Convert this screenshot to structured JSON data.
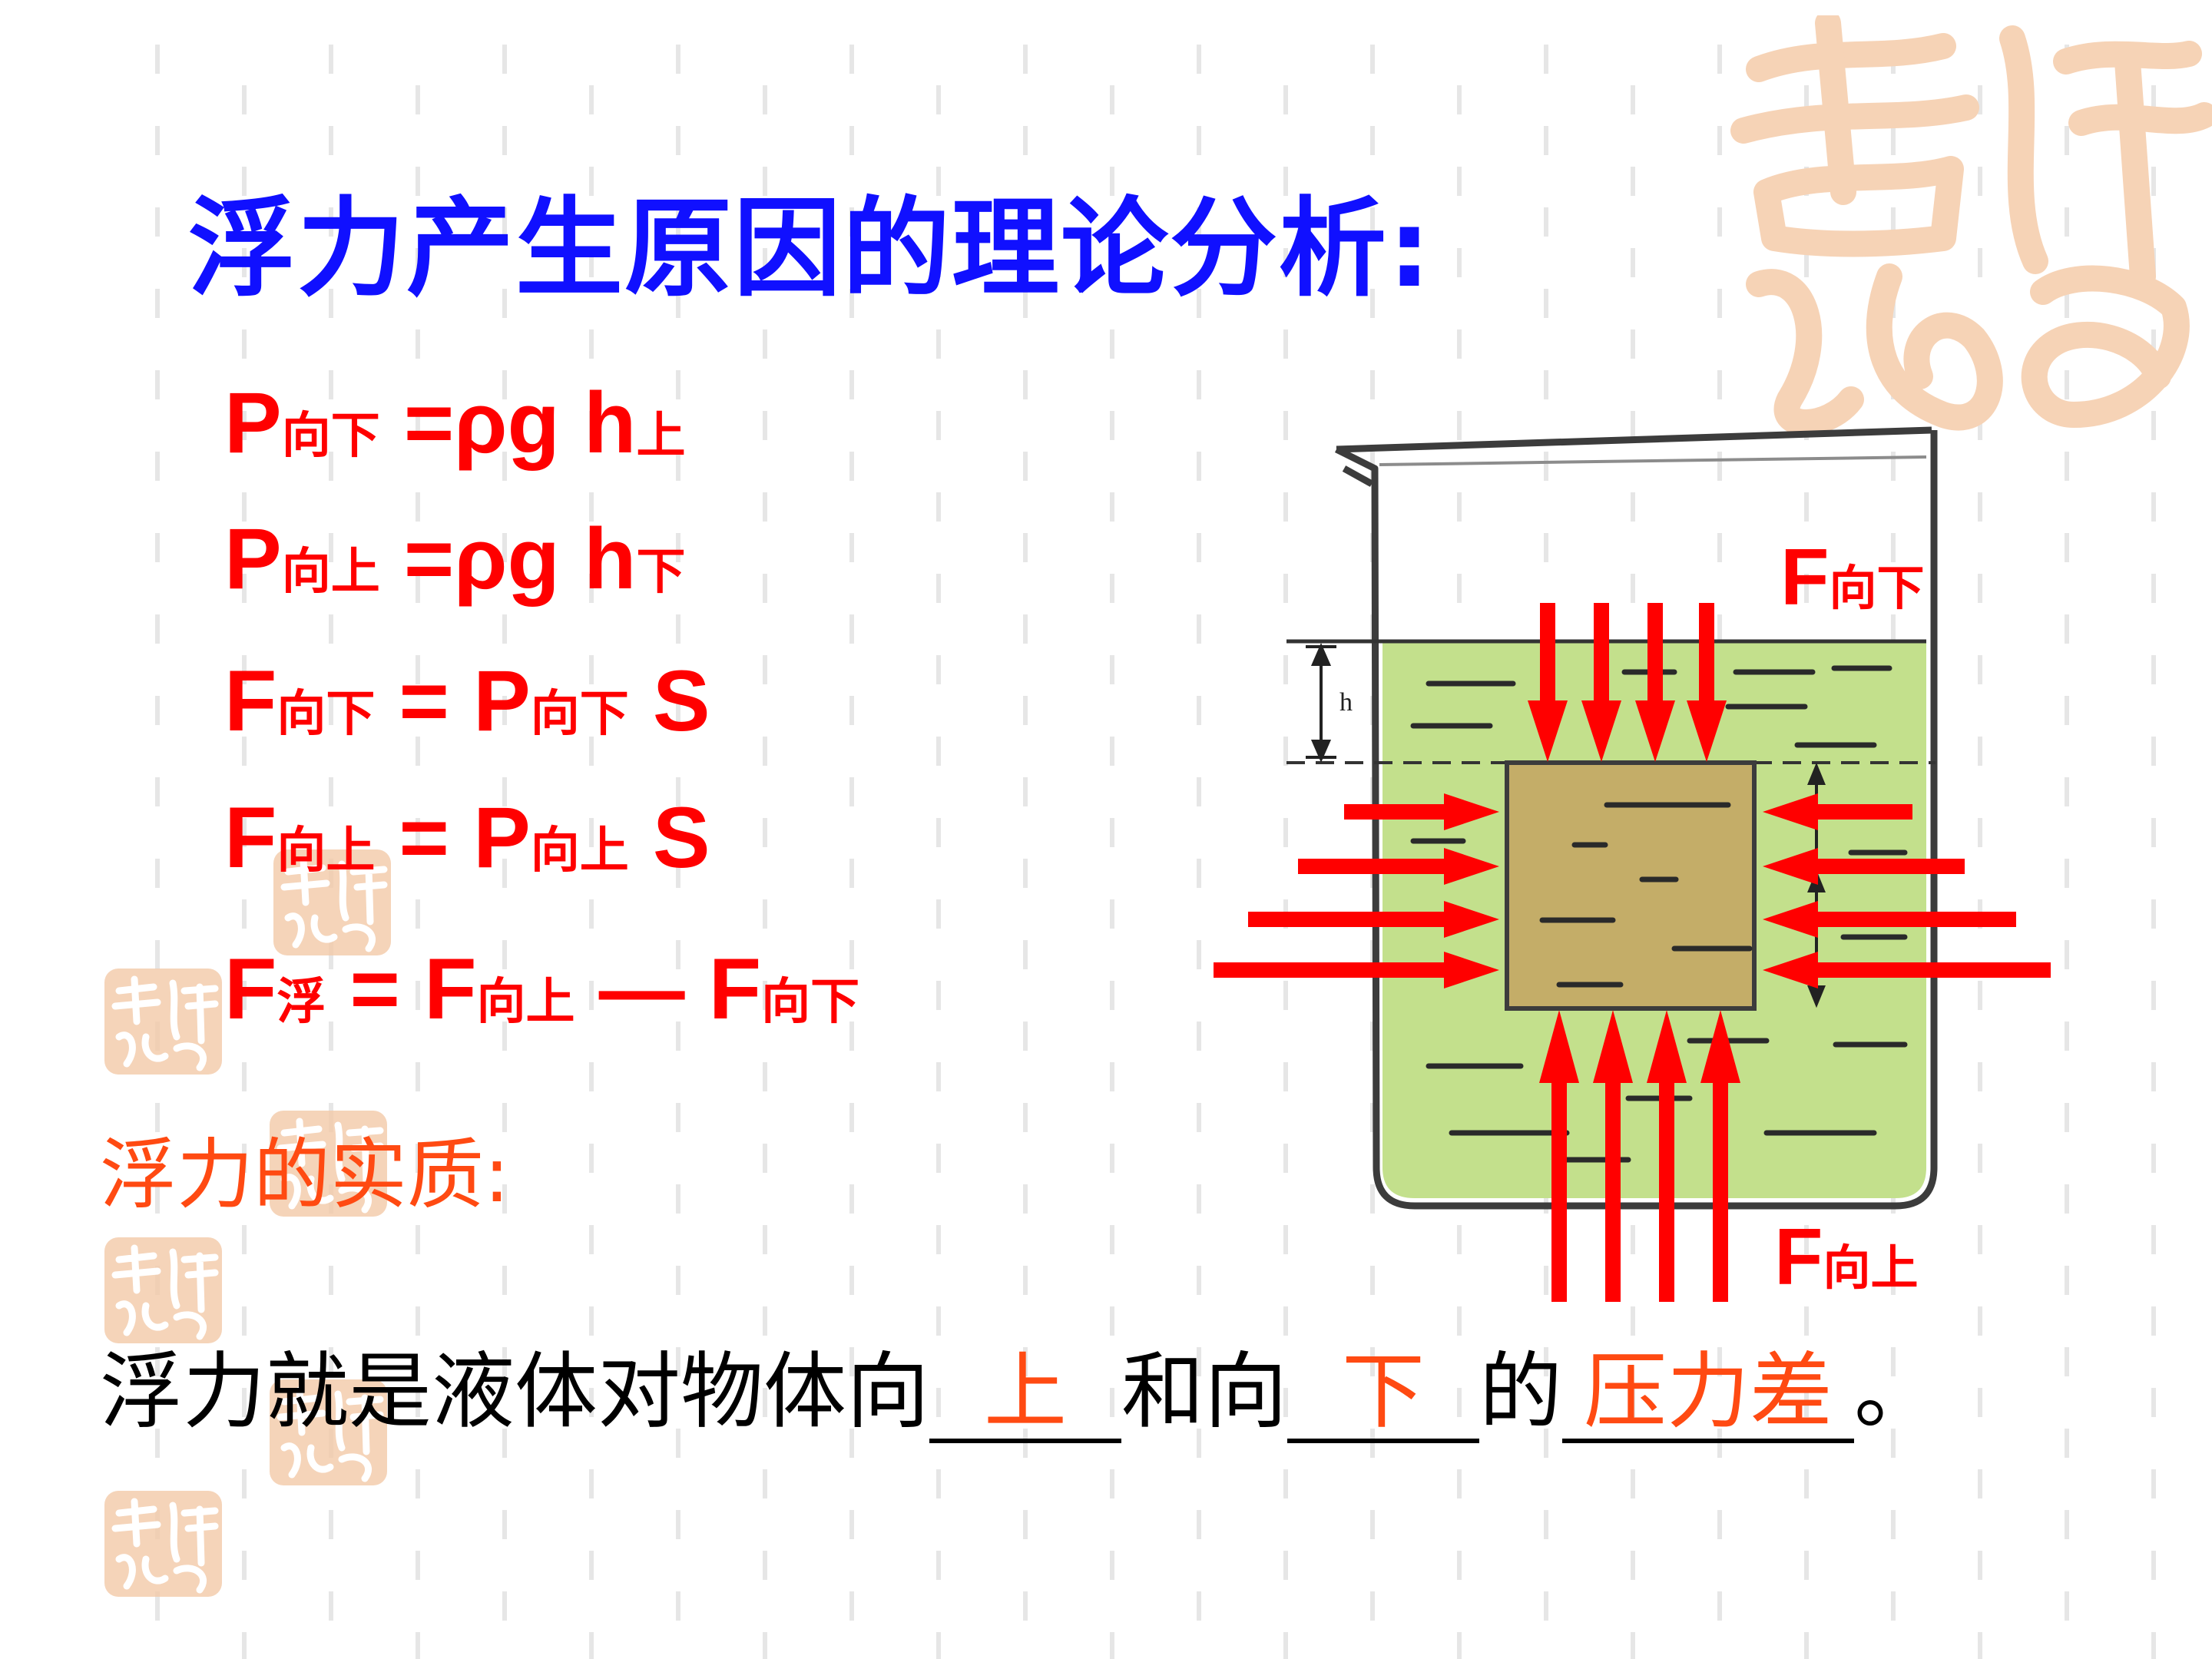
{
  "title": "浮力产生原因的理论分析:",
  "formulas": [
    {
      "lead": "P",
      "sub1": "向下",
      "mid": " =ρg h",
      "sub2": "上",
      "tail": ""
    },
    {
      "lead": "P",
      "sub1": "向上",
      "mid": " =ρg h",
      "sub2": "下",
      "tail": ""
    },
    {
      "lead": "F",
      "sub1": "向下",
      "mid": " = P",
      "sub2": "向下",
      "tail": " S"
    },
    {
      "lead": "F",
      "sub1": "向上",
      "mid": " = P",
      "sub2": "向上",
      "tail": " S"
    },
    {
      "lead": "F",
      "sub1": "浮",
      "mid": " = F",
      "sub2": "向上",
      "tail": " — F",
      "sub3": "向下"
    }
  ],
  "essence": {
    "label": "浮力的实质:",
    "part1": "浮力就是液体对物体向",
    "blank1": "上",
    "part2": "和向",
    "blank2": "下",
    "part3": "的",
    "blank3": "压力差",
    "end": "。"
  },
  "diagram": {
    "depth_label": "h",
    "force_down": {
      "main": "F",
      "sub": "向下"
    },
    "force_up": {
      "main": "F",
      "sub": "向上"
    }
  },
  "colors": {
    "title": "#1010ff",
    "formula": "#ff0000",
    "answer": "#ff4a12",
    "liquid": "#c3e08c",
    "object": "#c4ad68",
    "seal": "#f6d3b6"
  }
}
